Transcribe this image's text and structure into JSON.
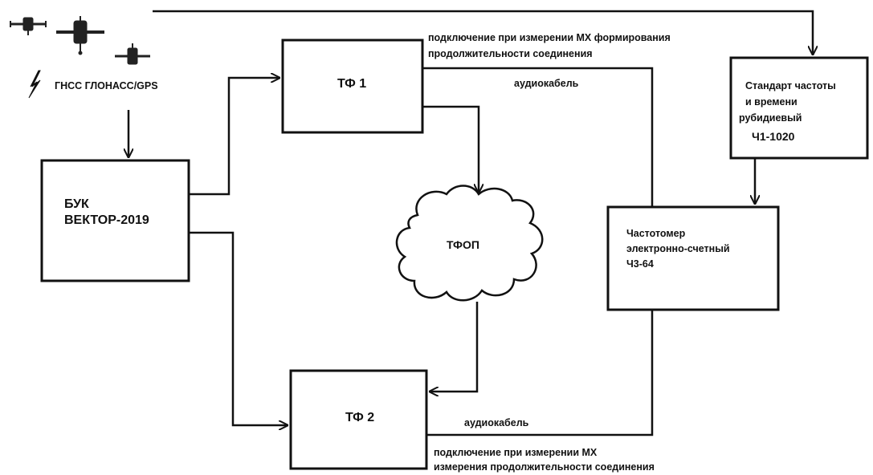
{
  "gnss_label": "ГНСС ГЛОНАСС/GPS",
  "buk": {
    "line1": "БУК",
    "line2": "ВЕКТОР-2019"
  },
  "tf1": "ТФ 1",
  "tf2": "ТФ 2",
  "tfop": "ТФОП",
  "standard": {
    "line1": "Стандарт частоты",
    "line2": "и времени",
    "line3": "рубидиевый",
    "line4": "Ч1-1020"
  },
  "counter": {
    "line1": "Частотомер",
    "line2": "электронно-счетный",
    "line3": "Ч3-64"
  },
  "top_note": {
    "line1": "подключение при измерении МХ формирования",
    "line2": "продолжительности соединения"
  },
  "bottom_note": {
    "line1": "подключение при измерении МХ",
    "line2": "измерения продолжительности соединения"
  },
  "audio_cable_top": "аудиокабель",
  "audio_cable_bottom": "аудиокабель"
}
